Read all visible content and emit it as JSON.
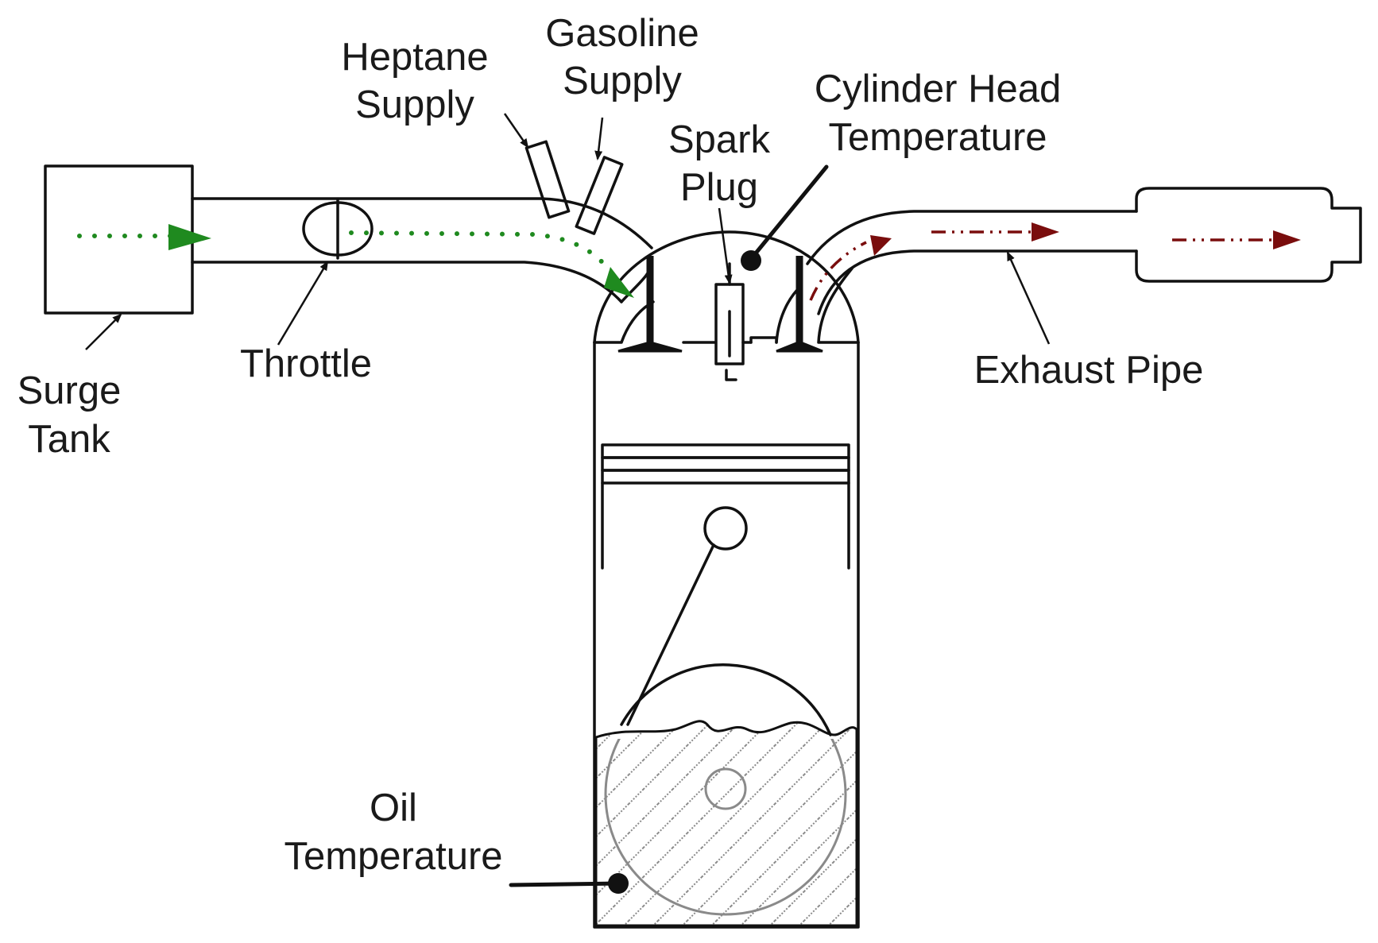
{
  "labels": {
    "surge_tank": [
      "Surge",
      "Tank"
    ],
    "throttle": "Throttle",
    "heptane_supply": [
      "Heptane",
      "Supply"
    ],
    "gasoline_supply": [
      "Gasoline",
      "Supply"
    ],
    "spark_plug": [
      "Spark",
      "Plug"
    ],
    "cylinder_head_temperature": [
      "Cylinder Head",
      "Temperature"
    ],
    "exhaust_pipe": "Exhaust Pipe",
    "oil_temperature": [
      "Oil",
      "Temperature"
    ]
  },
  "colors": {
    "intake_flow": "#1f8a1f",
    "exhaust_flow": "#7a0d0d",
    "outline": "#111111",
    "oil_hatch": "#8a8a8a"
  }
}
